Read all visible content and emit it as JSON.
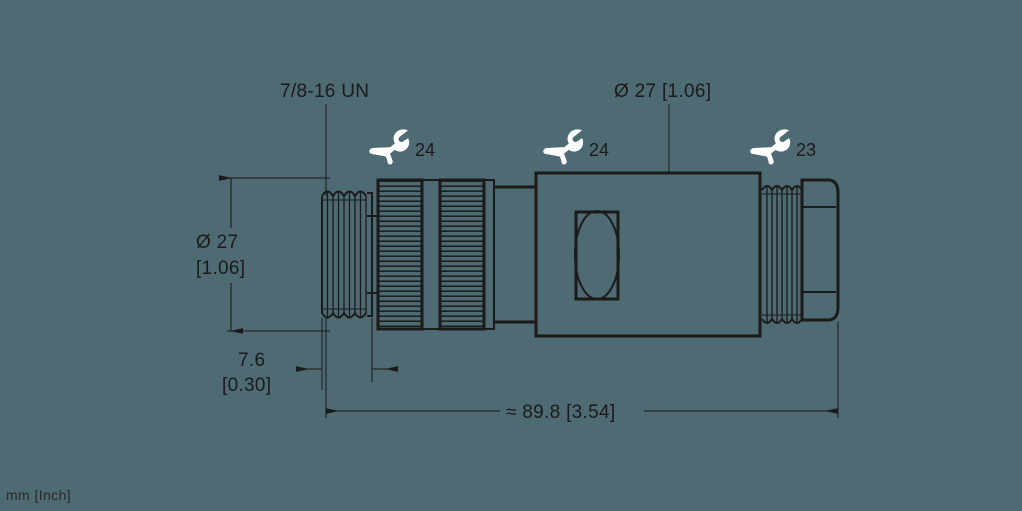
{
  "page": {
    "background_color": "#4e6a72",
    "line_color": "#1b1b1b",
    "icon_color": "#ffffff",
    "units_note": "mm [Inch]"
  },
  "annotations": {
    "thread_label": "7/8-16 UN",
    "top_diameter_label": "Ø 27 [1.06]",
    "left_diameter_line1": "Ø 27",
    "left_diameter_line2": "[1.06]",
    "thread_length_line1": "7.6",
    "thread_length_line2": "[0.30]",
    "overall_length": "≈ 89.8 [3.54]"
  },
  "wrench_callouts": [
    {
      "name": "wrench-size-left",
      "size": "24"
    },
    {
      "name": "wrench-size-middle",
      "size": "24"
    },
    {
      "name": "wrench-size-right",
      "size": "23"
    }
  ],
  "dimensions": {
    "diameter_mm": 27,
    "diameter_inch": 1.06,
    "thread_length_mm": 7.6,
    "thread_length_inch": 0.3,
    "overall_length_mm": 89.8,
    "overall_length_inch": 3.54,
    "thread_spec": "7/8-16 UN"
  },
  "icons": {
    "wrench": "wrench-icon",
    "diameter_symbol": "diameter-symbol"
  }
}
